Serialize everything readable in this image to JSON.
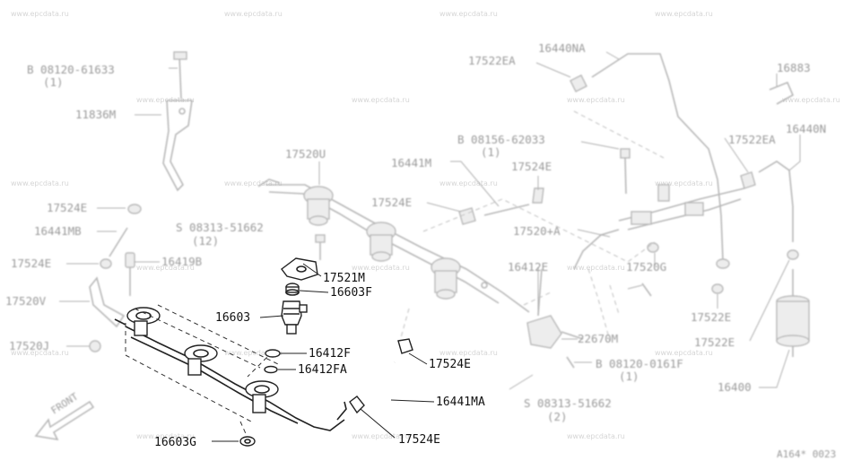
{
  "watermark": "www.epcdata.ru",
  "diagram_code": "A164* 0023",
  "front_label": "FRONT",
  "labels": {
    "bolt_top_left": "B 08120-61633",
    "bolt_top_left_qty": "(1)",
    "bracket_11836M": "11836M",
    "clip_17524E_l1": "17524E",
    "hose_16441MB": "16441MB",
    "clip_17524E_l2": "17524E",
    "hose_16419B": "16419B",
    "rail_17520V": "17520V",
    "clip_17520J": "17520J",
    "screw_08313_top": "S 08313-51662",
    "screw_08313_top_qty": "(12)",
    "tube_17520U": "17520U",
    "hose_16441M": "16441M",
    "clip_17524E_m": "17524E",
    "bracket_17521M": "17521M",
    "insulator_16603F": "16603F",
    "injector_16603": "16603",
    "oring_16412F": "16412F",
    "oring_16412FA": "16412FA",
    "grommet_16603G": "16603G",
    "clip_17524E_r1": "17524E",
    "hose_16441MA": "16441MA",
    "clip_17524E_bottom": "17524E",
    "screw_08313_bottom": "S 08313-51662",
    "screw_08313_bottom_qty": "(2)",
    "bolt_08120_0161F": "B 08120-0161F",
    "bolt_08120_0161F_qty": "(1)",
    "regulator_22670M": "22670M",
    "hose_16412E": "16412E",
    "tube_17520A": "17520+A",
    "clip_17520G": "17520G",
    "clip_17524E_c": "17524E",
    "bolt_08156": "B 08156-62033",
    "bolt_08156_qty": "(1)",
    "clamp_17522EA_top": "17522EA",
    "hose_16440NA": "16440NA",
    "clip_16883": "16883",
    "clamp_17522EA_r": "17522EA",
    "hose_16440N": "16440N",
    "clamp_17522E_1": "17522E",
    "clamp_17522E_2": "17522E",
    "filter_16400": "16400"
  }
}
